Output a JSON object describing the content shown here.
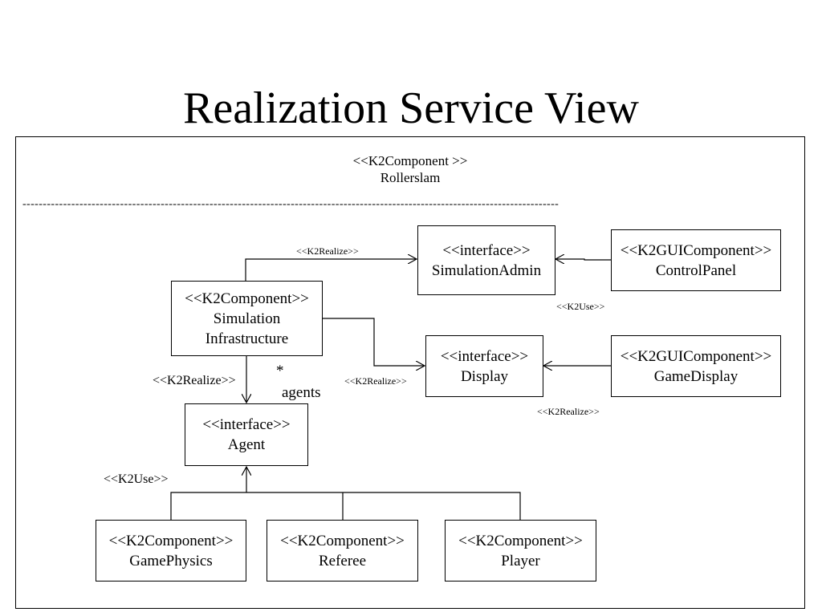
{
  "title": "Realization Service View",
  "component": {
    "stereotype": "<<K2Component >>",
    "name": "Rollerslam"
  },
  "boxes": {
    "simulation_admin": {
      "stereotype": "<<interface>>",
      "name": "SimulationAdmin"
    },
    "control_panel": {
      "stereotype": "<<K2GUIComponent>>",
      "name": "ControlPanel"
    },
    "simulation_infrastructure": {
      "stereotype": "<<K2Component>>",
      "name_line1": "Simulation",
      "name_line2": "Infrastructure"
    },
    "display": {
      "stereotype": "<<interface>>",
      "name": "Display"
    },
    "game_display": {
      "stereotype": "<<K2GUIComponent>>",
      "name": "GameDisplay"
    },
    "agent": {
      "stereotype": "<<interface>>",
      "name": "Agent"
    },
    "game_physics": {
      "stereotype": "<<K2Component>>",
      "name": "GamePhysics"
    },
    "referee": {
      "stereotype": "<<K2Component>>",
      "name": "Referee"
    },
    "player": {
      "stereotype": "<<K2Component>>",
      "name": "Player"
    }
  },
  "labels": {
    "realize_admin": "<<K2Realize>>",
    "use_control": "<<K2Use>>",
    "realize_display": "<<K2Realize>>",
    "realize_gamedisplay": "<<K2Realize>>",
    "realize_agent": "<<K2Realize>>",
    "use_agent": "<<K2Use>>",
    "multiplicity": "*",
    "role": "agents"
  },
  "separator": "------------------------------------------------------------------------------------------------------------------------------------"
}
